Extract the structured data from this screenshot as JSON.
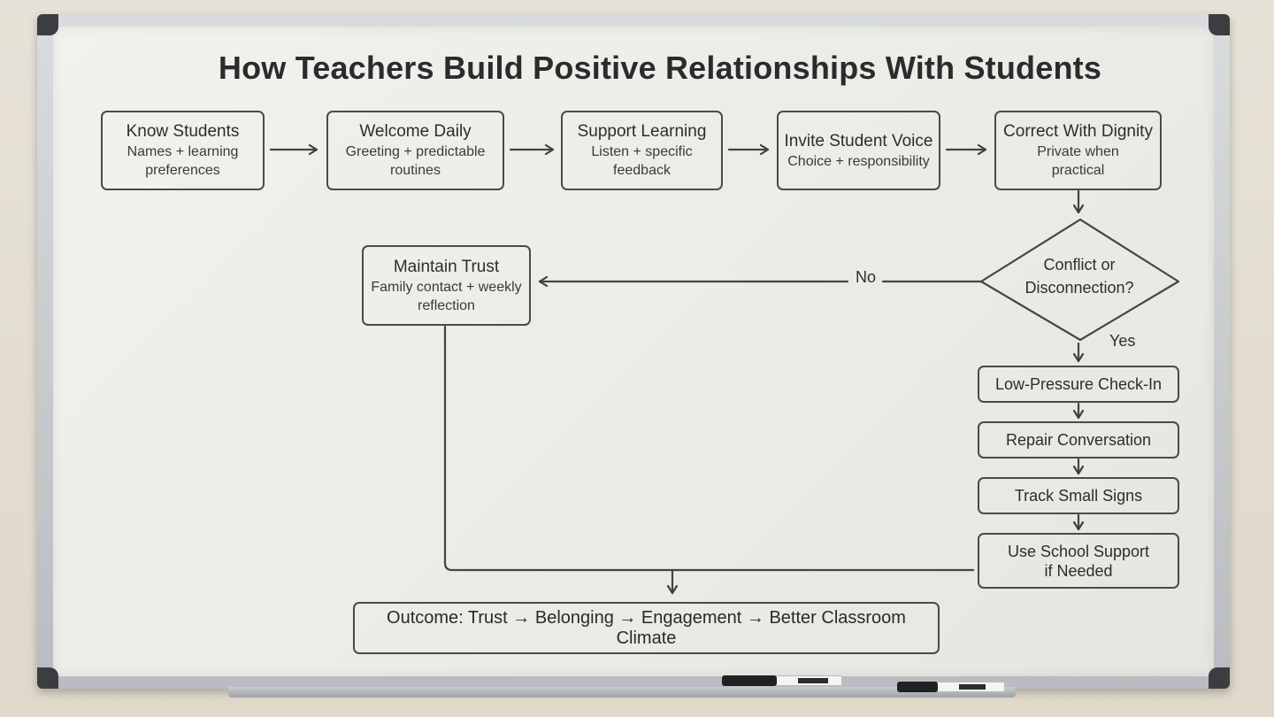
{
  "title": "How Teachers Build Positive Relationships With Students",
  "steps": [
    {
      "title": "Know Students",
      "sub1": "Names + learning",
      "sub2": "preferences"
    },
    {
      "title": "Welcome Daily",
      "sub1": "Greeting + predictable",
      "sub2": "routines"
    },
    {
      "title": "Support Learning",
      "sub1": "Listen + specific",
      "sub2": "feedback"
    },
    {
      "title": "Invite Student Voice",
      "sub1": "Choice + responsibility"
    },
    {
      "title": "Correct With Dignity",
      "sub1": "Private when",
      "sub2": "practical"
    }
  ],
  "decision": {
    "line1": "Conflict or",
    "line2": "Disconnection?",
    "no_label": "No",
    "yes_label": "Yes"
  },
  "maintain": {
    "title": "Maintain Trust",
    "sub1": "Family contact + weekly",
    "sub2": "reflection"
  },
  "yes_path": [
    {
      "label": "Low-Pressure Check-In"
    },
    {
      "label": "Repair Conversation"
    },
    {
      "label": "Track Small Signs"
    },
    {
      "line1": "Use School Support",
      "line2": "if Needed"
    }
  ],
  "outcome": "Outcome: Trust → Belonging → Engagement → Better Classroom Climate"
}
